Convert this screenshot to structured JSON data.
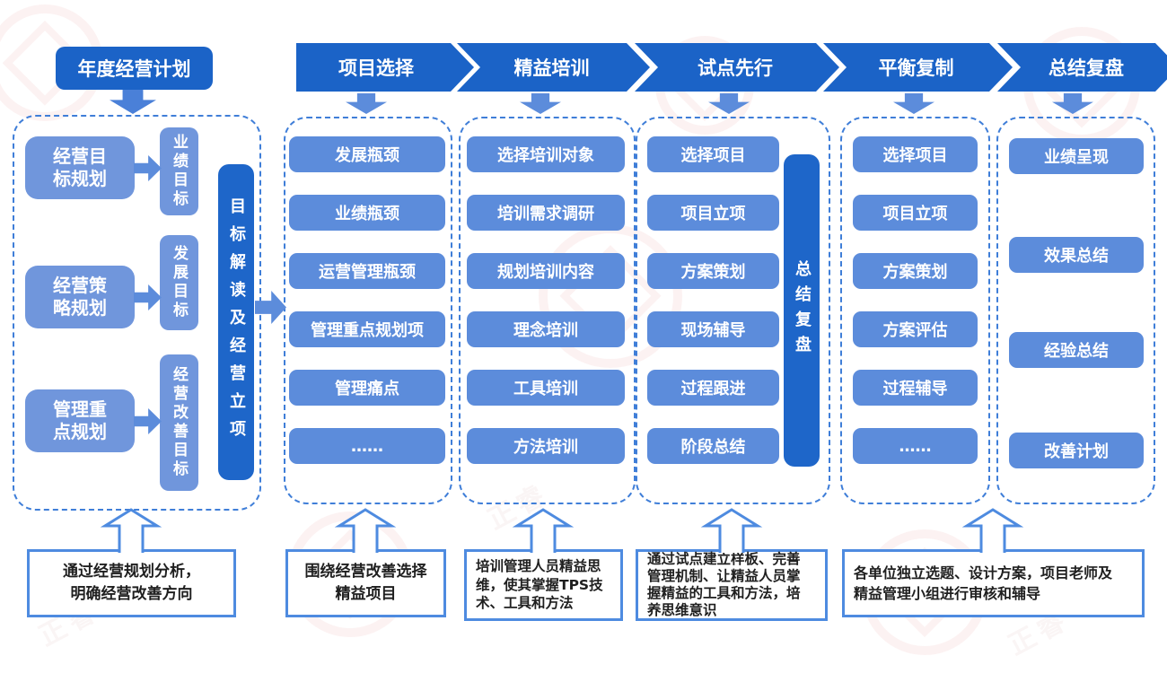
{
  "palette": {
    "dark_blue": "#1b63c7",
    "medium_blue": "#5c8cdb",
    "light_blue": "#7096dc",
    "dashed_border": "#3f7ed8",
    "caption_border": "#4e8be0"
  },
  "plan": {
    "title": "年度经营计划"
  },
  "stage1": {
    "rows": [
      {
        "label": "经营目\n标规划",
        "target": "业绩目标"
      },
      {
        "label": "经营策\n略规划",
        "target": "发展目标"
      },
      {
        "label": "管理重\n点规划",
        "target": "经营改善目标"
      }
    ],
    "bar": "目标解读及经营立项",
    "caption": "通过经营规划分析，\n明确经营改善方向"
  },
  "stages": [
    {
      "header": "项目选择",
      "items": [
        "发展瓶颈",
        "业绩瓶颈",
        "运营管理瓶颈",
        "管理重点规划项",
        "管理痛点",
        "……"
      ],
      "caption": "围绕经营改善选择\n精益项目"
    },
    {
      "header": "精益培训",
      "items": [
        "选择培训对象",
        "培训需求调研",
        "规划培训内容",
        "理念培训",
        "工具培训",
        "方法培训"
      ],
      "caption": "培训管理人员精益思\n维，使其掌握TPS技\n术、工具和方法"
    },
    {
      "header": "试点先行",
      "items": [
        "选择项目",
        "项目立项",
        "方案策划",
        "现场辅导",
        "过程跟进",
        "阶段总结"
      ],
      "bar": "总结复盘",
      "caption": "通过试点建立样板、完善\n管理机制、让精益人员掌\n握精益的工具和方法，培\n养思维意识"
    },
    {
      "header": "平衡复制",
      "items": [
        "选择项目",
        "项目立项",
        "方案策划",
        "方案评估",
        "过程辅导",
        "……"
      ],
      "caption": "各单位独立选题、设计方案，项目老师及\n精益管理小组进行审核和辅导"
    },
    {
      "header": "总结复盘",
      "items": [
        "业绩呈现",
        "效果总结",
        "经验总结",
        "改善计划"
      ]
    }
  ],
  "watermark": {
    "text": "正睿"
  }
}
